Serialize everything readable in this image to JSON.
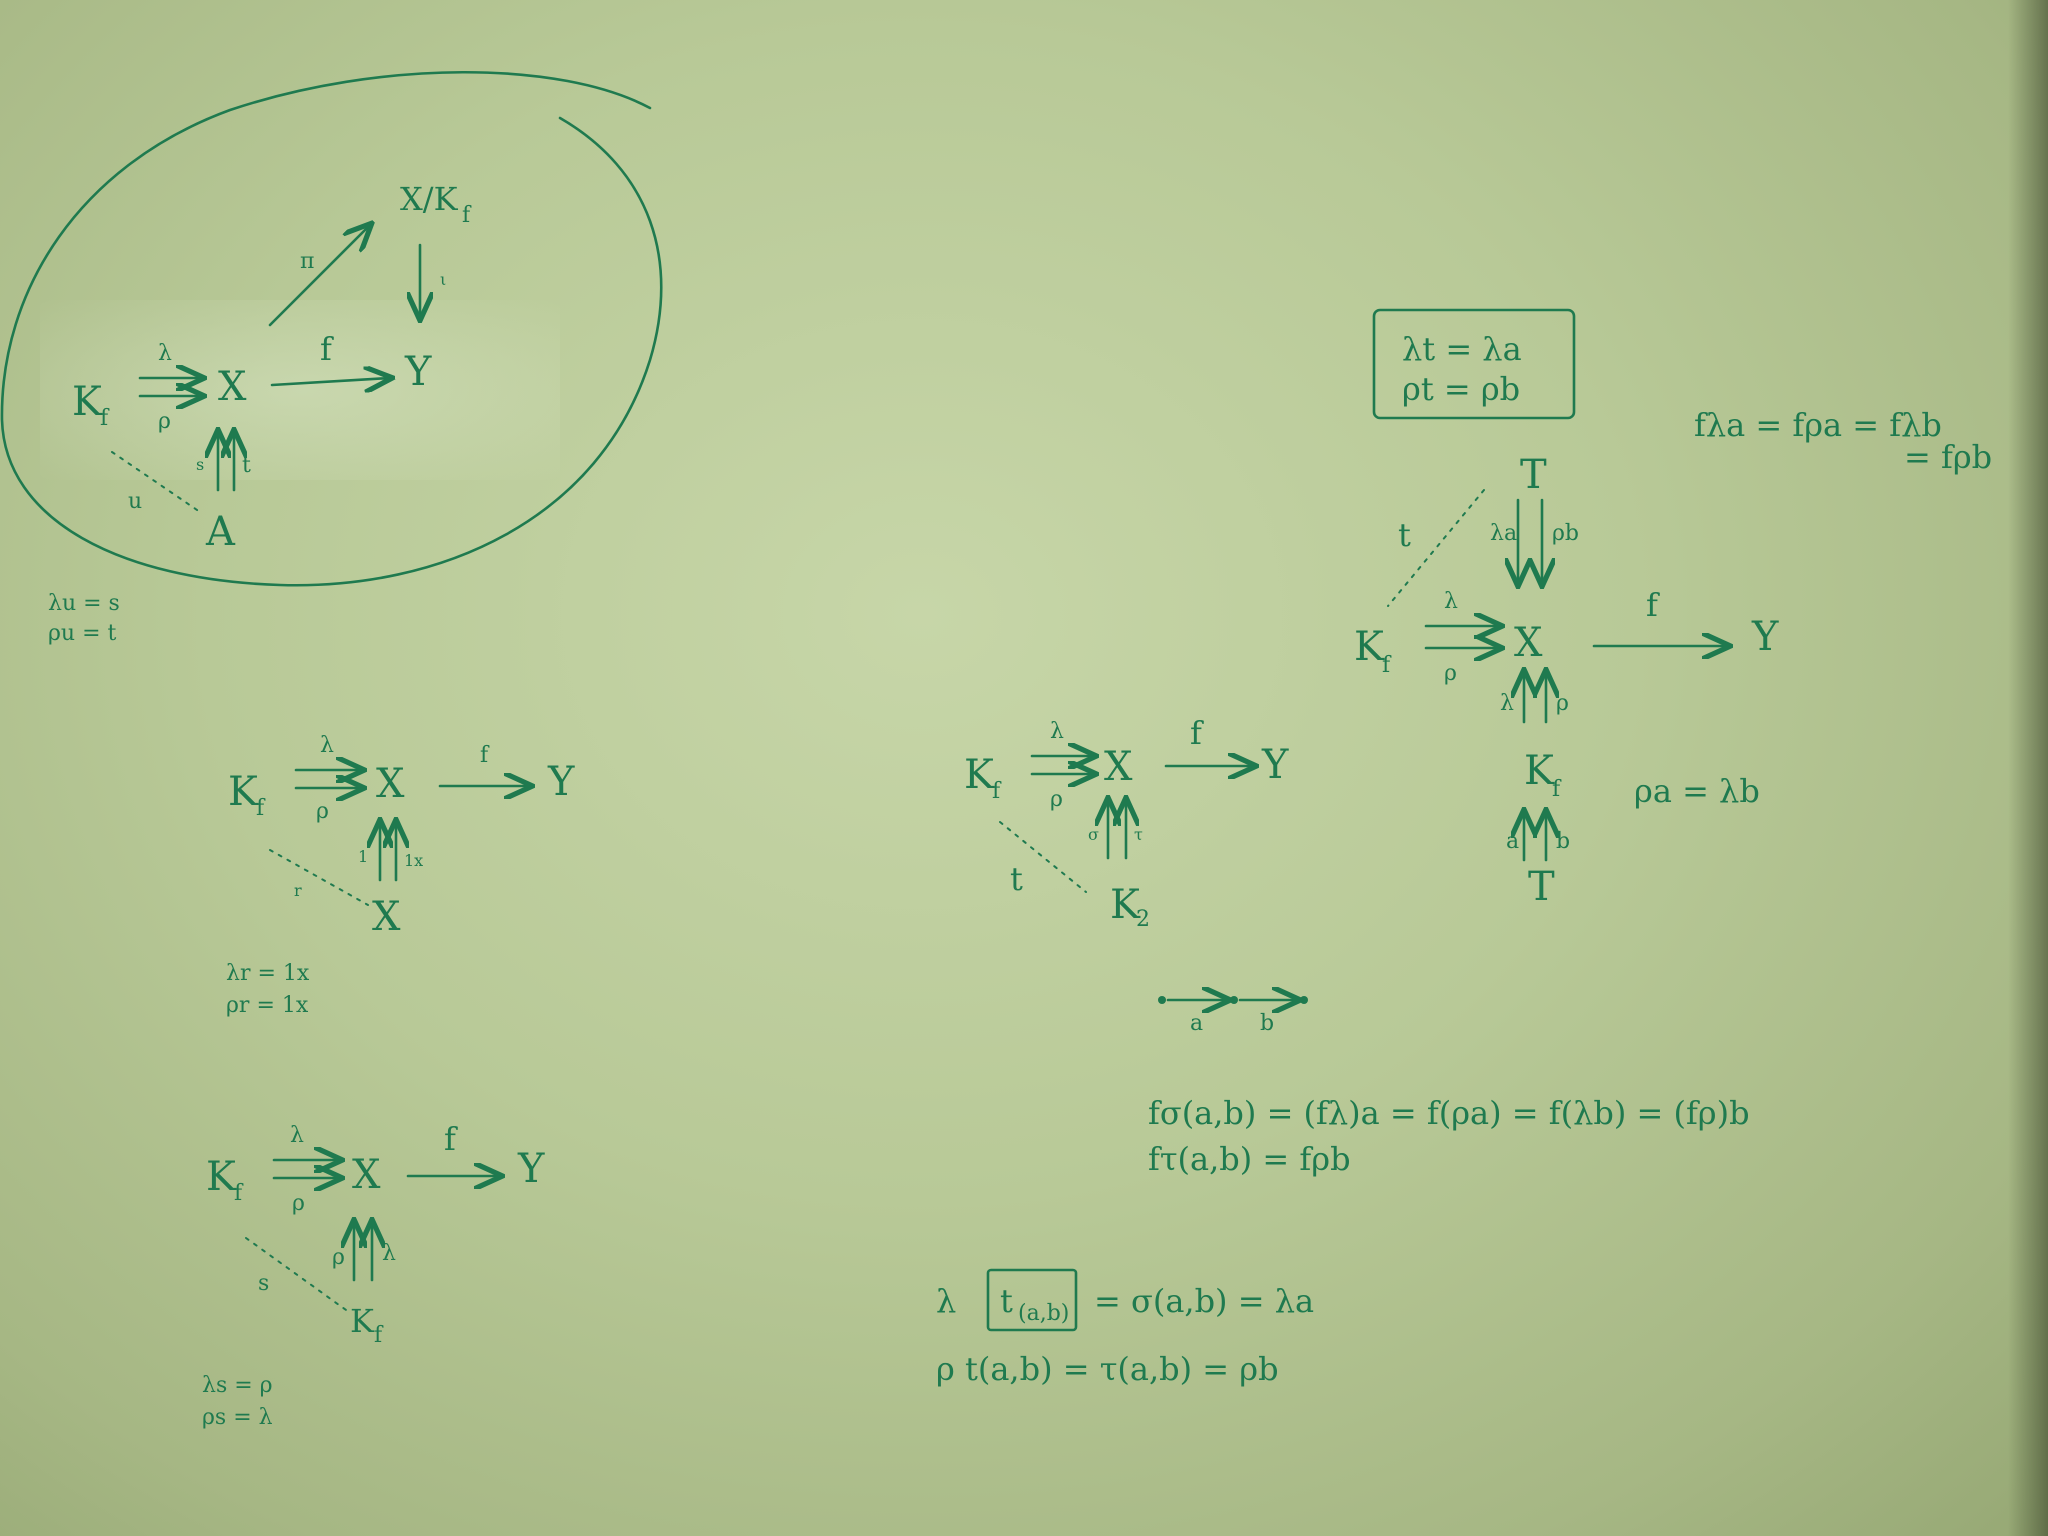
{
  "diagram1": {
    "quotient": "X/K",
    "quotient_sub": "f",
    "kf": "K",
    "kf_sub": "f",
    "x": "X",
    "y": "Y",
    "a": "A",
    "lambda": "λ",
    "rho": "ρ",
    "f": "f",
    "pi": "π",
    "iota": "ι",
    "s": "s",
    "t": "t",
    "u": "u",
    "eq1": "λu = s",
    "eq2": "ρu = t"
  },
  "diagram2": {
    "kf": "K",
    "kf_sub": "f",
    "x": "X",
    "y": "Y",
    "x2": "X",
    "lambda": "λ",
    "rho": "ρ",
    "f": "f",
    "l1": "1",
    "l2": "1x",
    "r": "r",
    "eq1": "λr = 1x",
    "eq2": "ρr = 1x"
  },
  "diagram3": {
    "kf": "K",
    "kf_sub": "f",
    "x": "X",
    "y": "Y",
    "kf2": "K",
    "kf2_sub": "f",
    "lambda": "λ",
    "rho": "ρ",
    "f": "f",
    "left": "ρ",
    "right": "λ",
    "s": "s",
    "eq1": "λs = ρ",
    "eq2": "ρs = λ"
  },
  "diagram4": {
    "kf": "K",
    "kf_sub": "f",
    "x": "X",
    "y": "Y",
    "k2": "K",
    "k2_sub": "2",
    "lambda": "λ",
    "rho": "ρ",
    "f": "f",
    "sigma": "σ",
    "tau": "τ",
    "t": "t"
  },
  "diagram5": {
    "box1": "λt = λa",
    "box2": "ρt = ρb",
    "eqA": "fλa = fρa = fλb",
    "eqB": "= fρb",
    "T": "T",
    "T2": "T",
    "t": "t",
    "la": "λa",
    "rb": "ρb",
    "kf": "K",
    "kf_sub": "f",
    "x": "X",
    "y": "Y",
    "f": "f",
    "lambda": "λ",
    "rho": "ρ",
    "kf2": "K",
    "kf2_sub": "f",
    "a": "a",
    "b": "b",
    "eqC": "ρa = λb"
  },
  "path": {
    "a": "a",
    "b": "b"
  },
  "equations": {
    "line1": "fσ(a,b) = (fλ)a = f(ρa) = f(λb) = (fρ)b",
    "line2": "fτ(a,b) = fρb",
    "line3_pre": "λ",
    "line3_box": "t",
    "line3_box_sub": "(a,b)",
    "line3_post": "= σ(a,b) = λa",
    "line4": "ρ t(a,b) = τ(a,b) = ρb"
  }
}
